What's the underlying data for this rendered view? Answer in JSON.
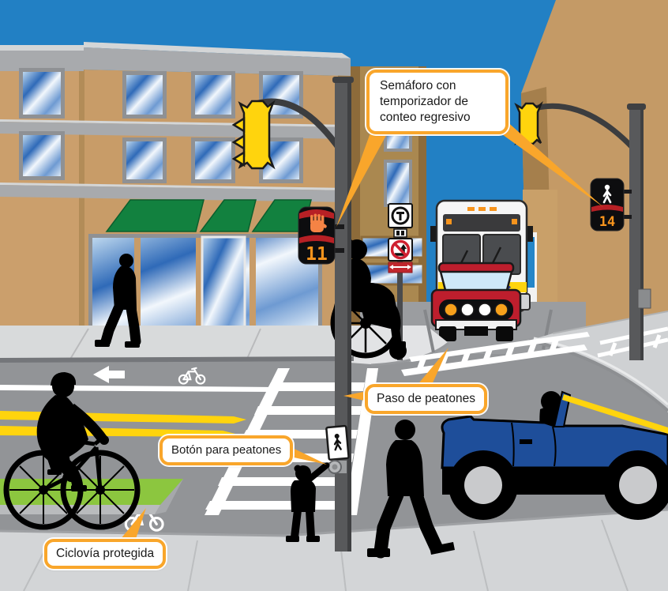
{
  "callouts": {
    "countdown_signal": "Semáforo con temporizador de conteo regresivo",
    "crosswalk": "Paso de peatones",
    "pedestrian_button": "Botón para peatones",
    "protected_bike_lane": "Ciclovía protegida"
  },
  "signals": {
    "left": {
      "symbol": "raised-hand",
      "countdown": "11"
    },
    "right": {
      "symbol": "walking-person",
      "countdown": "14"
    }
  },
  "icons": {
    "left_signal_symbol": "raised-hand-icon",
    "right_signal_symbol": "walking-person-icon",
    "button_sign_symbol": "walking-person-icon",
    "road_markings": [
      "left-arrow-icon",
      "bicycle-icon",
      "bicycle-icon"
    ],
    "regulatory_signs": [
      "circled-t-sign",
      "no-left-turn-sign",
      "one-way-sign"
    ]
  },
  "colors": {
    "sky": "#2280C4",
    "building_tan": "#C89C68",
    "awning_green": "#12813F",
    "road_gray": "#929497",
    "sidewalk_gray": "#D3D5D7",
    "lane_yellow": "#FFD40D",
    "bike_buffer_green": "#8CC63F",
    "callout_border_orange": "#F9A62B",
    "countdown_orange": "#F7941D",
    "hand_orange": "#F58345",
    "truck_red": "#BE1E2D",
    "car_blue": "#1E4E9A",
    "bus_white": "#F6F6F6",
    "silhouette_black": "#000000"
  }
}
